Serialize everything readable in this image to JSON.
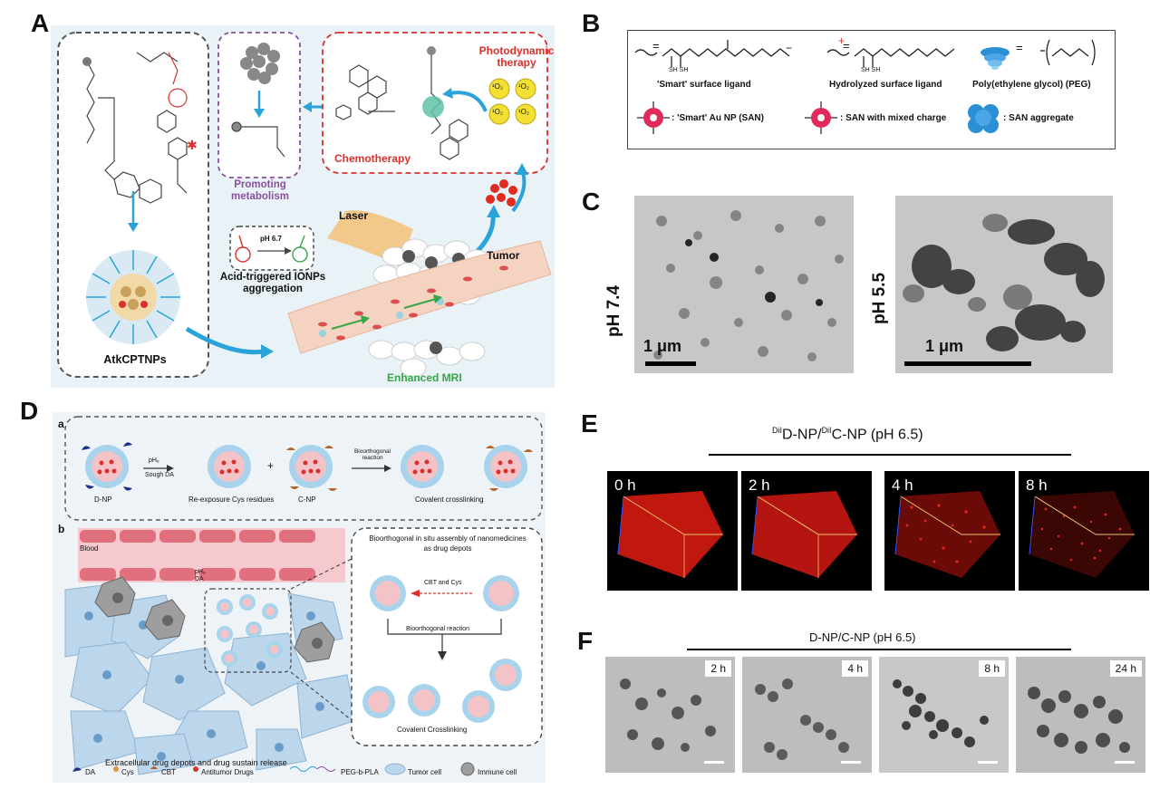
{
  "panel_letters": {
    "a": "A",
    "b": "B",
    "c": "C",
    "d": "D",
    "e": "E",
    "f": "F"
  },
  "panelA": {
    "photodynamic": "Photodynamic therapy",
    "chemotherapy": "Chemotherapy",
    "promoting": "Promoting metabolism",
    "laser": "Laser",
    "tumor": "Tumor",
    "ph": "pH 6.7",
    "acid": "Acid-triggered IONPs aggregation",
    "nanoparticle": "AtkCPTNPs",
    "mri": "Enhanced MRI",
    "oxygen": "¹O₂"
  },
  "panelB": {
    "smart_ligand": "'Smart' surface ligand",
    "hydrolyzed_ligand": "Hydrolyzed surface ligand",
    "peg": "Poly(ethylene glycol) (PEG)",
    "san": ": 'Smart' Au NP (SAN)",
    "mixed": ": SAN with mixed charge",
    "aggregate": ": SAN aggregate",
    "eq": "=",
    "sh": "SH  SH",
    "minus": "−",
    "plus": "+"
  },
  "panelC": {
    "ph74": "pH 7.4",
    "ph55": "pH 5.5",
    "scale1": "1 μm",
    "scale2": "1 μm"
  },
  "panelD": {
    "sub_a": "a",
    "sub_b": "b",
    "dnp": "D-NP",
    "cnp": "C-NP",
    "ph_label": "pHₑ",
    "slough": "Sough DA",
    "plus_sign": "+",
    "reexpose": "Re-exposure Cys residues",
    "bio_reaction_top": "Bioorthogonal reaction",
    "covalent_top": "Covalent crosslinking",
    "blood": "Blood",
    "phe_da": "pHₑ DA",
    "assembly": "Bioorthogonal in situ assembly of nanomedicines as drug depots",
    "cbt_cys": "CBT and Cys",
    "bio_reaction_mid": "Bioorthogonal reaction",
    "covalent_bottom": "Covalent Crosslinking",
    "extracellular": "Extracellular drug depots and drug sustain release",
    "legend": [
      "DA",
      "Cys",
      "CBT",
      "Antitumor Drugs",
      "PEG-b-PLA",
      "Tumor cell",
      "Immune cell"
    ]
  },
  "panelE": {
    "header_sup1": "DiI",
    "header_mid": "D-NP/",
    "header_sup2": "DiI",
    "header_end": "C-NP (pH 6.5)",
    "times": [
      "0 h",
      "2 h",
      "4 h",
      "8 h"
    ]
  },
  "panelF": {
    "header": "D-NP/C-NP (pH 6.5)",
    "times": [
      "2 h",
      "4 h",
      "8 h",
      "24 h"
    ]
  },
  "colors": {
    "accent_blue": "#29a3d9",
    "red_text": "#d9302c",
    "green_text": "#3aa548",
    "purple_text": "#8a4f9e",
    "panelA_bg": "#e9f2f6",
    "panelD_bg": "#eef3f8"
  }
}
